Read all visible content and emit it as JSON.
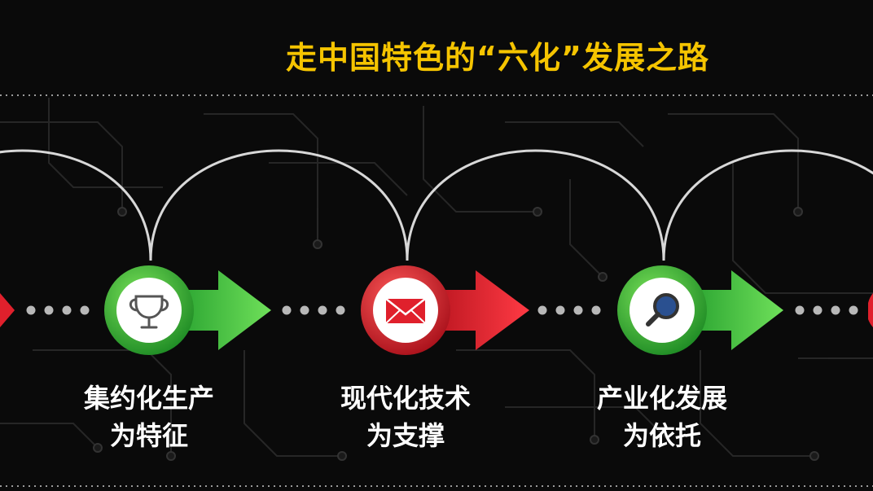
{
  "title": "走中国特色的“六化”发展之路",
  "steps": [
    {
      "line1": "集约化生产",
      "line2": "为特征",
      "icon": "trophy-icon",
      "color": "green"
    },
    {
      "line1": "现代化技术",
      "line2": "为支撑",
      "icon": "envelope-icon",
      "color": "red"
    },
    {
      "line1": "产业化发展",
      "line2": "为依托",
      "icon": "magnifier-icon",
      "color": "green"
    }
  ],
  "colors": {
    "title": "#f5c400",
    "green": "#3cbe3c",
    "red": "#e0202c",
    "background": "#0a0a0a"
  }
}
